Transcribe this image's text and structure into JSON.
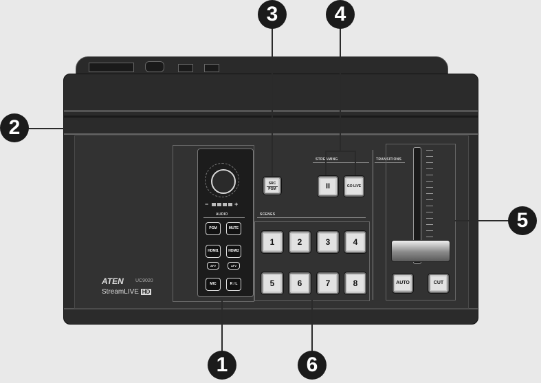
{
  "callouts": [
    "1",
    "2",
    "3",
    "4",
    "5",
    "6"
  ],
  "brand": {
    "logo": "ATEN",
    "model": "UC9020",
    "product": "StreamLIVE",
    "badge": "HD"
  },
  "audio": {
    "section_label": "AUDIO",
    "level_minus": "−",
    "level_plus": "+",
    "buttons": {
      "pgm": "PGM",
      "mute": "MUTE",
      "hdmi1": "HDMI1",
      "hdmi2": "HDMI2",
      "afv1": "AFV",
      "afv2": "AFV",
      "mic": "MIC",
      "rl": "R / L"
    }
  },
  "src_pgm": {
    "line1": "SRC",
    "line2": "PGM"
  },
  "streaming": {
    "label": "STREAMING",
    "pause": "II",
    "go_live": "GO LIVE"
  },
  "scenes": {
    "label": "SCENES",
    "buttons": [
      "1",
      "2",
      "3",
      "4",
      "5",
      "6",
      "7",
      "8"
    ]
  },
  "transitions": {
    "label": "TRANSITIONS",
    "auto": "AUTO",
    "cut": "CUT"
  }
}
